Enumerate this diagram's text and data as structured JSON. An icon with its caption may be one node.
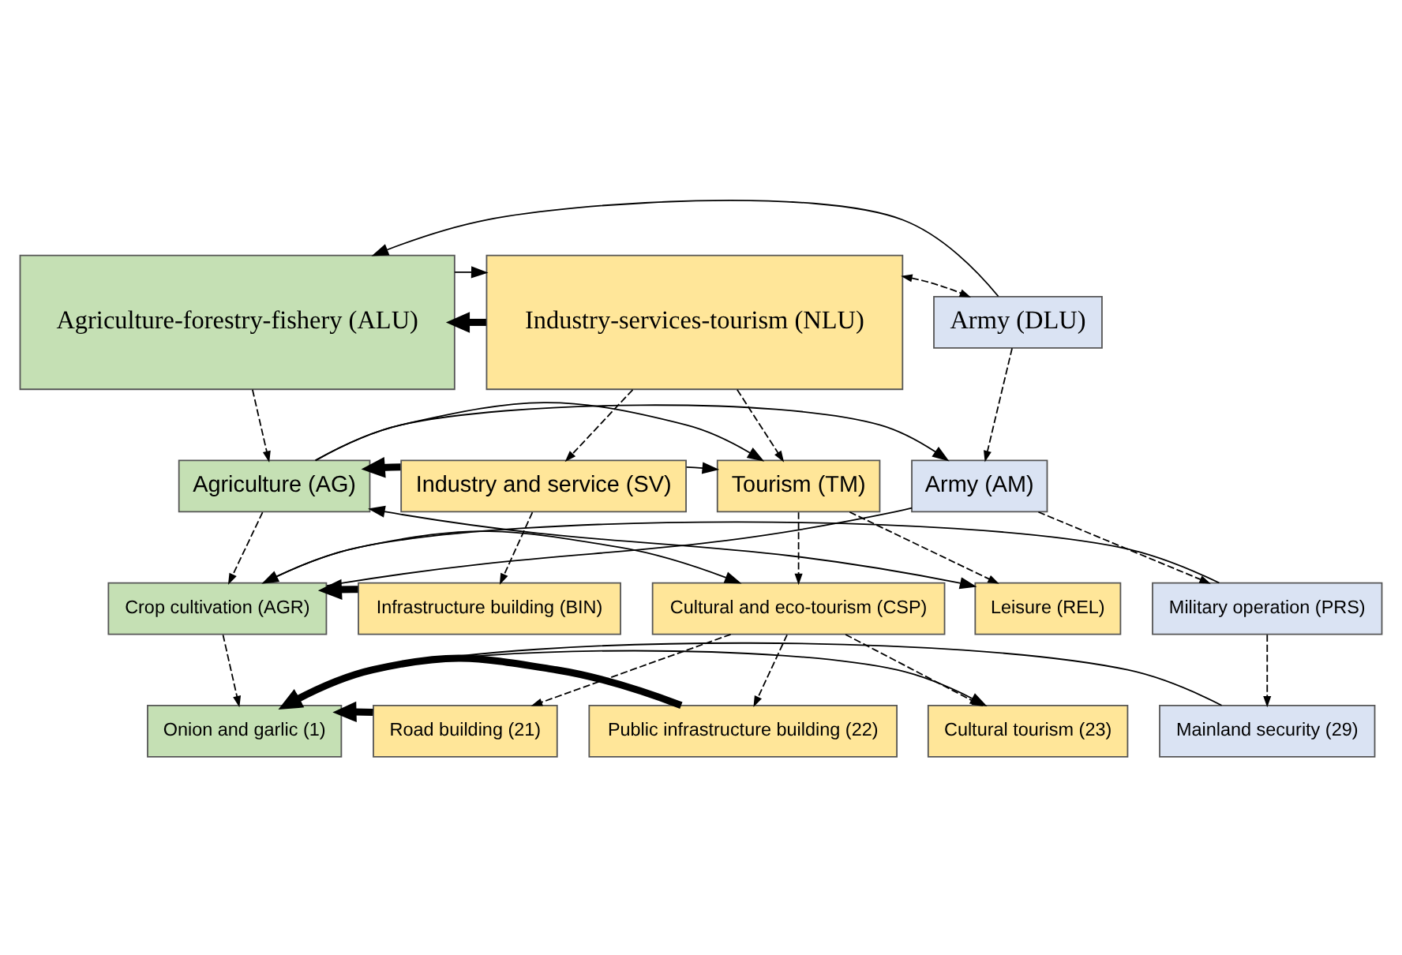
{
  "diagram": {
    "nodes": [
      {
        "text": [
          "Agriculture-forestry-fishery (ALU)"
        ]
      },
      {
        "text": [
          "Industry-services-tourism (NLU)"
        ]
      },
      {
        "text": [
          "Army (DLU)"
        ]
      },
      {
        "text": [
          "Agriculture (AG)"
        ]
      },
      {
        "text": [
          "Industry and service (SV)"
        ]
      },
      {
        "text": [
          "Tourism (TM)"
        ]
      },
      {
        "text": [
          "Army (AM)"
        ]
      },
      {
        "text": [
          "Crop cultivation (AGR)"
        ]
      },
      {
        "text": [
          "Infrastructure building (BIN)"
        ]
      },
      {
        "text": [
          "Cultural and eco-tourism (CSP)"
        ]
      },
      {
        "text": [
          "Leisure (REL)"
        ]
      },
      {
        "text": [
          "Military operation (PRS)"
        ]
      },
      {
        "text": [
          "Onion and garlic (1)"
        ]
      },
      {
        "text": [
          "Road building (21)"
        ]
      },
      {
        "text": [
          "Public infrastructure building (22)"
        ]
      },
      {
        "text": [
          "Cultural tourism (23)"
        ]
      },
      {
        "text": [
          "Mainland security (29)"
        ]
      }
    ],
    "edges": [
      {
        "from": 2,
        "to": 0,
        "arrow": "to"
      },
      {
        "from": 1,
        "to": 0,
        "arrow": "to",
        "style": "thick"
      },
      {
        "from": 0,
        "to": 1,
        "arrow": "to"
      },
      {
        "from": 1,
        "to": 2,
        "arrow": "both",
        "style": "dashed"
      },
      {
        "from": 0,
        "to": 3,
        "arrow": "to",
        "style": "dashed"
      },
      {
        "from": 1,
        "to": 4,
        "arrow": "to",
        "style": "dashed"
      },
      {
        "from": 1,
        "to": 5,
        "arrow": "to",
        "style": "dashed"
      },
      {
        "from": 2,
        "to": 6,
        "arrow": "to",
        "style": "dashed"
      },
      {
        "from": 3,
        "to": 5,
        "arrow": "to"
      },
      {
        "from": 3,
        "to": 6,
        "arrow": "to"
      },
      {
        "from": 4,
        "to": 3,
        "arrow": "to",
        "style": "thick"
      },
      {
        "from": 4,
        "to": 5,
        "arrow": "to"
      },
      {
        "from": 3,
        "to": 10,
        "arrow": "both"
      },
      {
        "from": 7,
        "to": 9,
        "arrow": "to"
      },
      {
        "from": 7,
        "to": 6,
        "arrow": "none"
      },
      {
        "from": 3,
        "to": 7,
        "arrow": "to",
        "style": "dashed"
      },
      {
        "from": 4,
        "to": 8,
        "arrow": "to",
        "style": "dashed"
      },
      {
        "from": 5,
        "to": 9,
        "arrow": "to",
        "style": "dashed"
      },
      {
        "from": 5,
        "to": 10,
        "arrow": "to",
        "style": "dashed"
      },
      {
        "from": 6,
        "to": 11,
        "arrow": "to",
        "style": "dashed"
      },
      {
        "from": 8,
        "to": 7,
        "arrow": "to",
        "style": "thick"
      },
      {
        "from": 11,
        "to": 7,
        "arrow": "to"
      },
      {
        "from": 7,
        "to": 12,
        "arrow": "to",
        "style": "dashed"
      },
      {
        "from": 9,
        "to": 13,
        "arrow": "to",
        "style": "dashed"
      },
      {
        "from": 9,
        "to": 14,
        "arrow": "to",
        "style": "dashed"
      },
      {
        "from": 9,
        "to": 15,
        "arrow": "to",
        "style": "dashed"
      },
      {
        "from": 11,
        "to": 16,
        "arrow": "to",
        "style": "dashed"
      },
      {
        "from": 12,
        "to": 15,
        "arrow": "to"
      },
      {
        "from": 13,
        "to": 12,
        "arrow": "to",
        "style": "thick"
      },
      {
        "from": 14,
        "to": 12,
        "arrow": "to",
        "style": "thick"
      },
      {
        "from": 16,
        "to": 12,
        "arrow": "to"
      }
    ]
  }
}
